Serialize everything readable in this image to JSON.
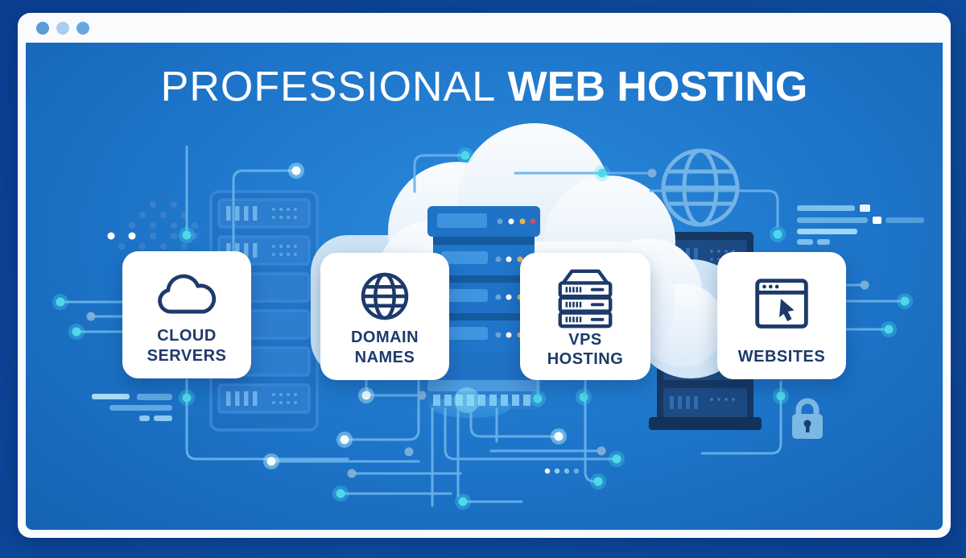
{
  "window": {
    "traffic_light_colors": [
      "#5b9bd8",
      "#a8cdee",
      "#66a9e0"
    ]
  },
  "hero": {
    "title_light": "PROFESSIONAL",
    "title_bold": " WEB HOSTING"
  },
  "cards": [
    {
      "id": "cloud-servers",
      "label": "CLOUD SERVERS",
      "icon": "cloud-icon"
    },
    {
      "id": "domain-names",
      "label": "DOMAIN NAMES",
      "icon": "globe-icon"
    },
    {
      "id": "vps-hosting",
      "label": "VPS HOSTING",
      "icon": "server-stack-icon"
    },
    {
      "id": "websites",
      "label": "WEBSITES",
      "icon": "browser-cursor-icon"
    }
  ],
  "colors": {
    "accent_cyan": "#4fd8ec",
    "card_text": "#1d3a6b",
    "circuit_line": "#6ab2ea",
    "frame_white": "#f9fbfd",
    "outer_background": "#0d4296"
  }
}
